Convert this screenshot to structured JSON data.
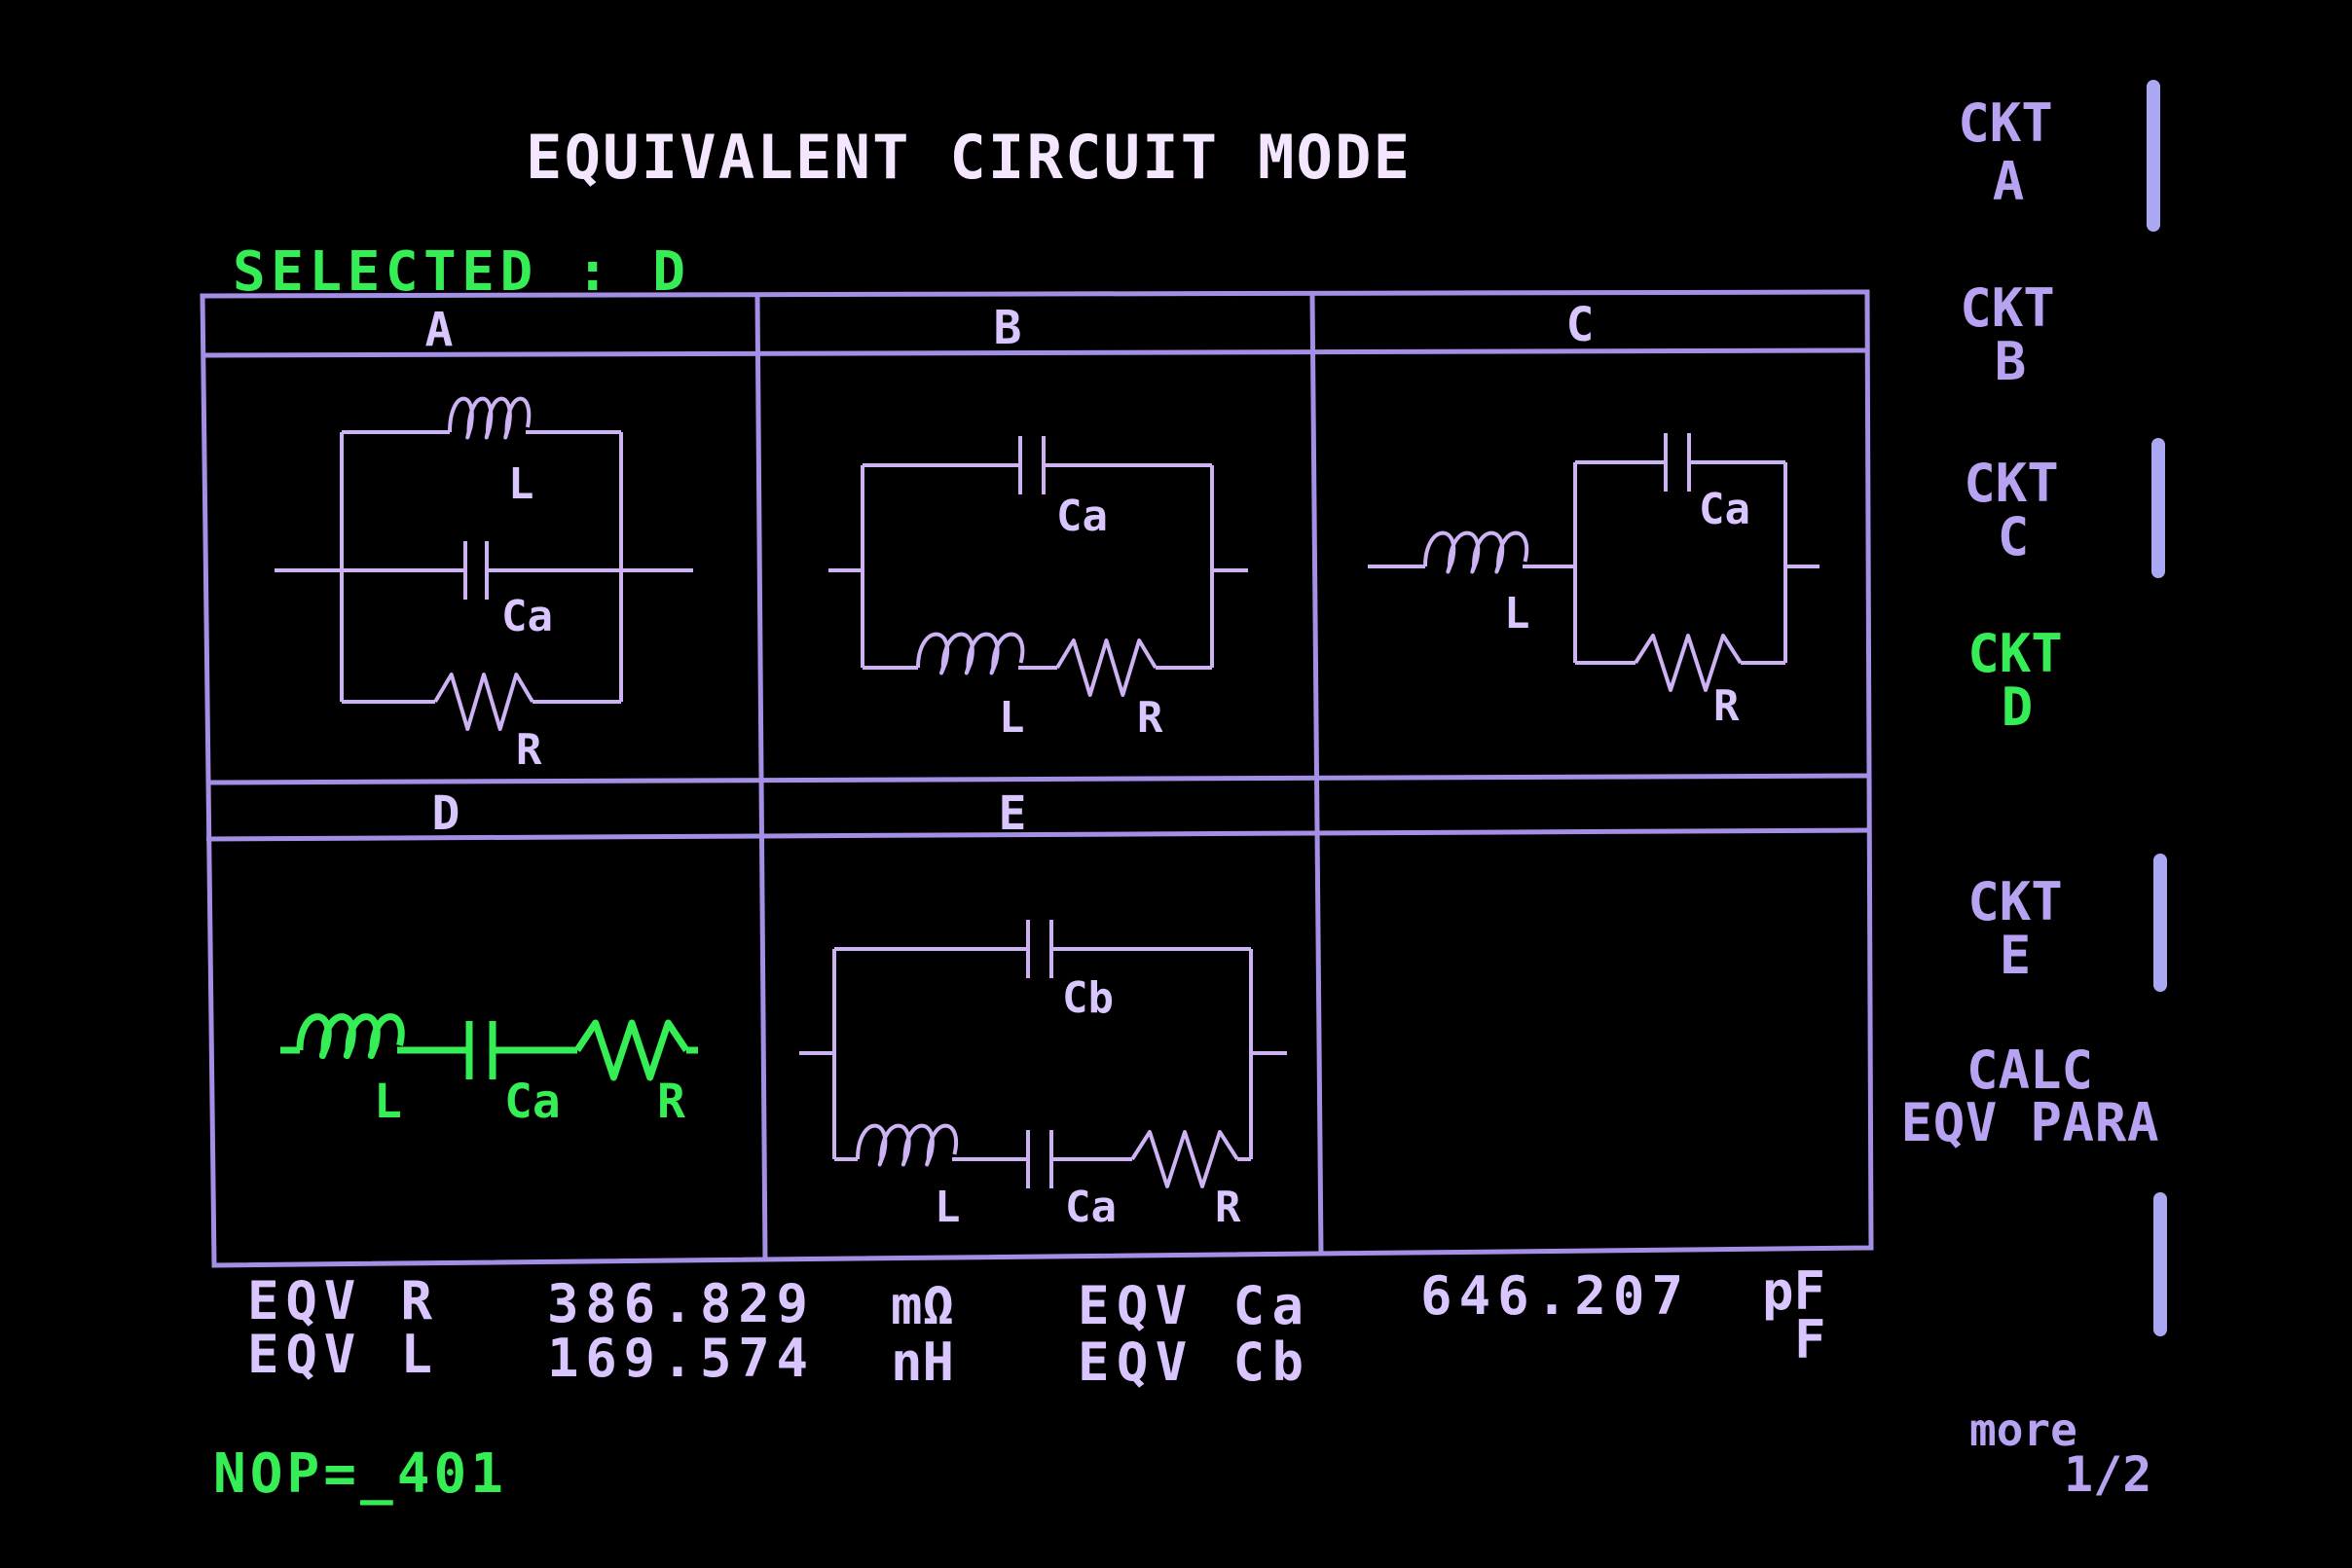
{
  "title": "EQUIVALENT CIRCUIT MODE",
  "selected": {
    "label": "SELECTED : D"
  },
  "circuits": [
    {
      "name": "A",
      "labels": [
        "L",
        "Ca",
        "R"
      ]
    },
    {
      "name": "B",
      "labels": [
        "Ca",
        "L",
        "R"
      ]
    },
    {
      "name": "C",
      "labels": [
        "L",
        "Ca",
        "R"
      ]
    },
    {
      "name": "D",
      "labels": [
        "L",
        "Ca",
        "R"
      ]
    },
    {
      "name": "E",
      "labels": [
        "Cb",
        "L",
        "Ca",
        "R"
      ]
    }
  ],
  "readouts": {
    "eqv_r": {
      "label": "EQV R",
      "value": "386.829",
      "unit": "mΩ"
    },
    "eqv_l": {
      "label": "EQV L",
      "value": "169.574",
      "unit": "nH"
    },
    "eqv_ca": {
      "label": "EQV Ca",
      "value": "646.207",
      "unit": "pF"
    },
    "eqv_cb": {
      "label": "EQV Cb",
      "value": "",
      "unit": "F"
    }
  },
  "nop": "NOP=_401",
  "softkeys": [
    {
      "line1": "CKT",
      "line2": "A"
    },
    {
      "line1": "CKT",
      "line2": "B"
    },
    {
      "line1": "CKT",
      "line2": "C"
    },
    {
      "line1": "CKT",
      "line2": "D",
      "active": true
    },
    {
      "line1": "CKT",
      "line2": "E"
    },
    {
      "line1": "CALC",
      "line2": "EQV PARA"
    }
  ],
  "more": {
    "line1": "more",
    "line2": "1/2"
  },
  "colors": {
    "trace": "#cdb2f4",
    "selected": "#35ee55",
    "background": "#000000"
  }
}
